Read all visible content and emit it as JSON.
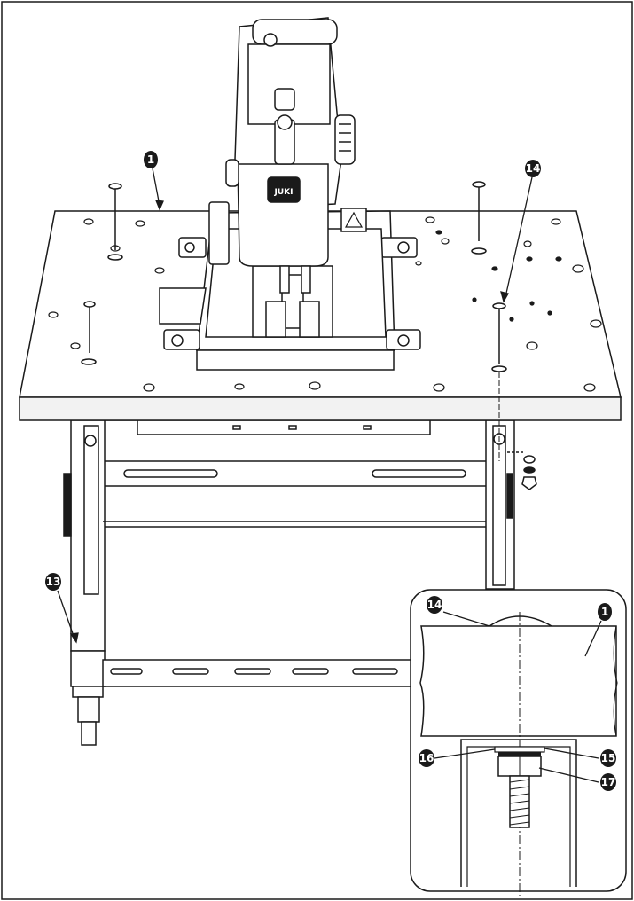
{
  "brand": "JUKI",
  "callouts": [
    {
      "id": "table",
      "label": "1"
    },
    {
      "id": "bolt-top",
      "label": "14"
    },
    {
      "id": "stand",
      "label": "13"
    },
    {
      "id": "detail-bolt",
      "label": "14"
    },
    {
      "id": "detail-table",
      "label": "1"
    },
    {
      "id": "washer-left",
      "label": "16"
    },
    {
      "id": "washer-right",
      "label": "15"
    },
    {
      "id": "nut",
      "label": "17"
    }
  ],
  "colors": {
    "line": "#1a1a1a",
    "fill": "#ffffff",
    "dark": "#1a1a1a",
    "table_edge": "#f2f2f2"
  },
  "icons": {
    "warning": "warning-triangle-icon"
  }
}
